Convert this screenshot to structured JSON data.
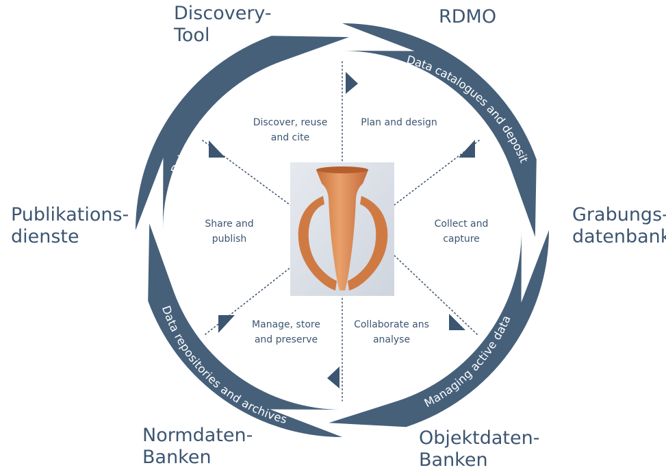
{
  "outer_labels": {
    "discovery_tool": [
      "Discovery-",
      "Tool"
    ],
    "rdmo": [
      "RDMO"
    ],
    "publikationsdienste": [
      "Publikations-",
      "dienste"
    ],
    "grabungsdatenbank": [
      "Grabungs-",
      "datenbank"
    ],
    "normdaten_banken": [
      "Normdaten-",
      "Banken"
    ],
    "objektdaten_banken": [
      "Objektdaten-",
      "Banken"
    ]
  },
  "ring_segments": {
    "top_left": "Data catalogues and registries",
    "right": "Data catalogues and deposit",
    "left": "Data repositories and archives",
    "bottom_right": "Managing active data"
  },
  "stages": {
    "discover": [
      "Discover, reuse",
      "and cite"
    ],
    "plan": [
      "Plan and design"
    ],
    "share": [
      "Share and",
      "publish"
    ],
    "collect": [
      "Collect and",
      "capture"
    ],
    "manage": [
      "Manage, store",
      "and preserve"
    ],
    "collaborate": [
      "Collaborate ans",
      "analyse"
    ]
  },
  "colors": {
    "ring": "#46607a",
    "text": "#3c5571",
    "vessel": "#d9894f",
    "photo_background": "#dfe3ea"
  }
}
